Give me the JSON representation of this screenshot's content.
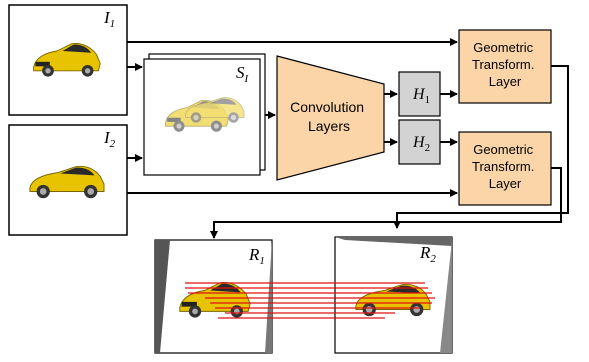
{
  "diagram": {
    "inputs": {
      "i1": {
        "sym": "I",
        "sub": "1"
      },
      "i2": {
        "sym": "I",
        "sub": "2"
      },
      "stacked": {
        "sym": "S",
        "sub": "I"
      }
    },
    "conv": {
      "line1": "Convolution",
      "line2": "Layers"
    },
    "heads": {
      "h1": {
        "sym": "H",
        "sub": "1"
      },
      "h2": {
        "sym": "H",
        "sub": "2"
      }
    },
    "geo_top": {
      "line1": "Geometric",
      "line2": "Transform.",
      "line3": "Layer"
    },
    "geo_bottom": {
      "line1": "Geometric",
      "line2": "Transform.",
      "line3": "Layer"
    },
    "outputs": {
      "r1": {
        "sym": "R",
        "sub": "1"
      },
      "r2": {
        "sym": "R",
        "sub": "2"
      }
    },
    "colors": {
      "box_fill": "#fbd5a8",
      "head_fill": "#d3d3d3",
      "car": "#e8c400",
      "match_line": "#e01010"
    }
  }
}
